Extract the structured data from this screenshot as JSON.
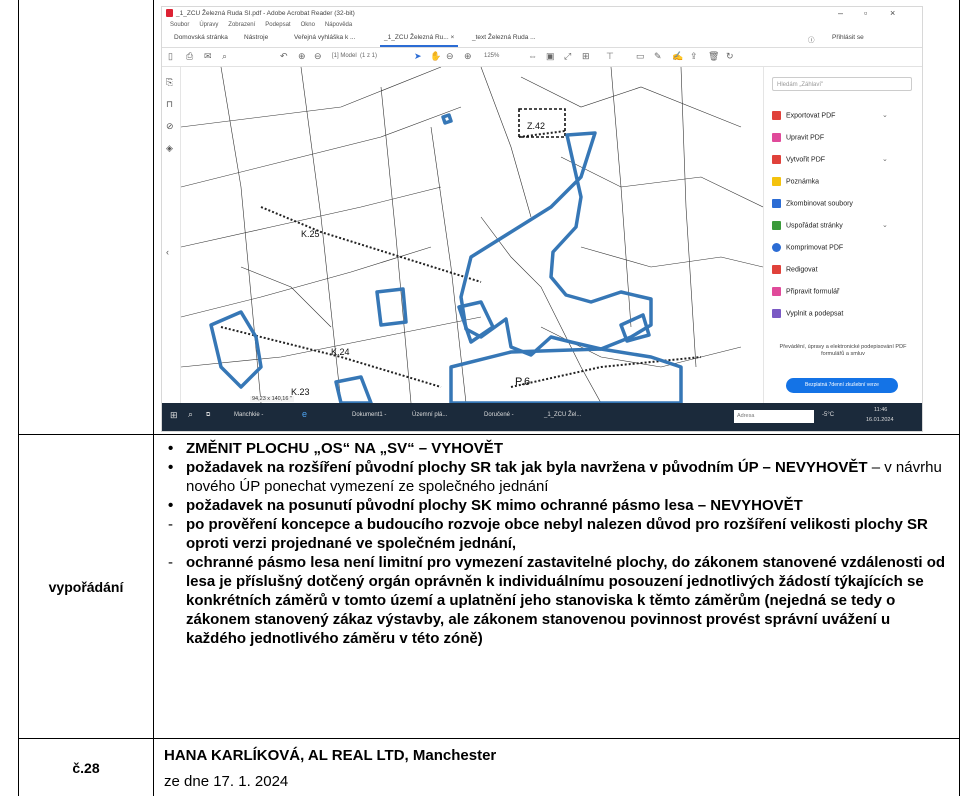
{
  "screenshot": {
    "window_title": "_1_ZCU Železná Ruda SI.pdf - Adobe Acrobat Reader (32-bit)",
    "menu": [
      "Soubor",
      "Úpravy",
      "Zobrazení",
      "Podepsat",
      "Okno",
      "Nápověda"
    ],
    "tabs": [
      "Domovská stránka",
      "Nástroje",
      "Veřejná vyhláška k ...",
      "_1_ZCU Železná Ru... ×",
      "_text Železná Ruda ..."
    ],
    "signin_label": "Přihlásit se",
    "page_indicator": "(1 z 1)",
    "model_label": "[1] Model",
    "zoom": "125%",
    "search_placeholder": "Hledám „Záhlaví\"",
    "tools": [
      {
        "label": "Exportovat PDF",
        "color": "#e0413a",
        "chev": true
      },
      {
        "label": "Upravit PDF",
        "color": "#e04a9a",
        "chev": false
      },
      {
        "label": "Vytvořit PDF",
        "color": "#e0413a",
        "chev": true
      },
      {
        "label": "Poznámka",
        "color": "#f4c20d",
        "chev": false
      },
      {
        "label": "Zkombinovat soubory",
        "color": "#2b6cd4",
        "chev": false
      },
      {
        "label": "Uspořádat stránky",
        "color": "#3a9a3a",
        "chev": true
      },
      {
        "label": "Komprimovat PDF",
        "color": "#2b6cd4",
        "chev": false
      },
      {
        "label": "Redigovat",
        "color": "#e0413a",
        "chev": false
      },
      {
        "label": "Připravit formulář",
        "color": "#e04a9a",
        "chev": false
      },
      {
        "label": "Vyplnit a podepsat",
        "color": "#7a59c4",
        "chev": false
      }
    ],
    "promo_text_1": "Převádění, úpravy a elektronické podepisování PDF",
    "promo_text_2": "formulářů a smluv",
    "promo_button": "Bezplatná 7denní zkušební verze",
    "map_labels": [
      "Z.42",
      "K.25",
      "K.24",
      "K.23",
      "P.6"
    ],
    "scale_text": "94,23 x 140,16 \"",
    "taskbar_items": [
      "Manchkie -",
      "Dokument1 -",
      "Územní plá...",
      "Doručené -",
      "_1_ZCU Žel..."
    ],
    "taskbar_search": "Adresa",
    "temperature": "-5°C",
    "clock_time": "11:46",
    "clock_date": "16.01.2024"
  },
  "row2": {
    "label": "vypořádání",
    "bullets": [
      {
        "bold": "ZMĚNIT PLOCHU „OS“ NA „SV“ – VYHOVĚT",
        "normal": ""
      },
      {
        "bold": "požadavek na rozšíření původní plochy SR tak jak byla navržena v původním ÚP – NEVYHOVĚT",
        "normal": " –  v návrhu nového ÚP ponechat vymezení ze společného jednání"
      },
      {
        "bold": "požadavek na posunutí původní plochy SK mimo ochranné pásmo lesa – NEVYHOVĚT",
        "normal": ""
      }
    ],
    "dashes": [
      "po prověření koncepce a budoucího rozvoje obce nebyl nalezen důvod pro rozšíření velikosti plochy SR oproti verzi projednané ve společném jednání,",
      "ochranné pásmo lesa není limitní pro vymezení zastavitelné plochy, do zákonem stanovené vzdálenosti od lesa je příslušný dotčený orgán oprávněn k individuálnímu posouzení jednotlivých žádostí týkajících se konkrétních záměrů v tomto území a uplatnění jeho stanoviska k těmto záměrům (nejedná se tedy o zákonem stanovený zákaz výstavby, ale zákonem stanovenou povinnost provést správní uvážení u každého jednotlivého záměru v této zóně)"
    ]
  },
  "row3": {
    "label": "č.28",
    "sender": "HANA KARLÍKOVÁ, AL REAL LTD, Manchester",
    "date": "ze dne 17. 1. 2024"
  }
}
